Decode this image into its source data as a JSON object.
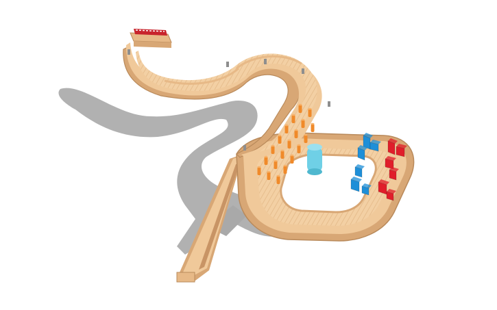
{
  "scene": {
    "description_icon": "3d-model-track-icon",
    "colors": {
      "background": "#ffffff",
      "shadow": "#a9a9a9",
      "wood_top": "#f0c99a",
      "wood_side": "#d8a775",
      "wood_edge": "#b98a5b",
      "rail_top": "#e7b987",
      "orange_pin": "#f08a2a",
      "blue_piece": "#1e8fd8",
      "red_piece": "#e01e2a",
      "cyan_cylinder": "#6fd0e6",
      "header_red": "#c8242c",
      "post_gray": "#8e8e8e"
    },
    "orange_pin_count": 20,
    "blue_piece_count": 6,
    "red_piece_count": 6
  }
}
